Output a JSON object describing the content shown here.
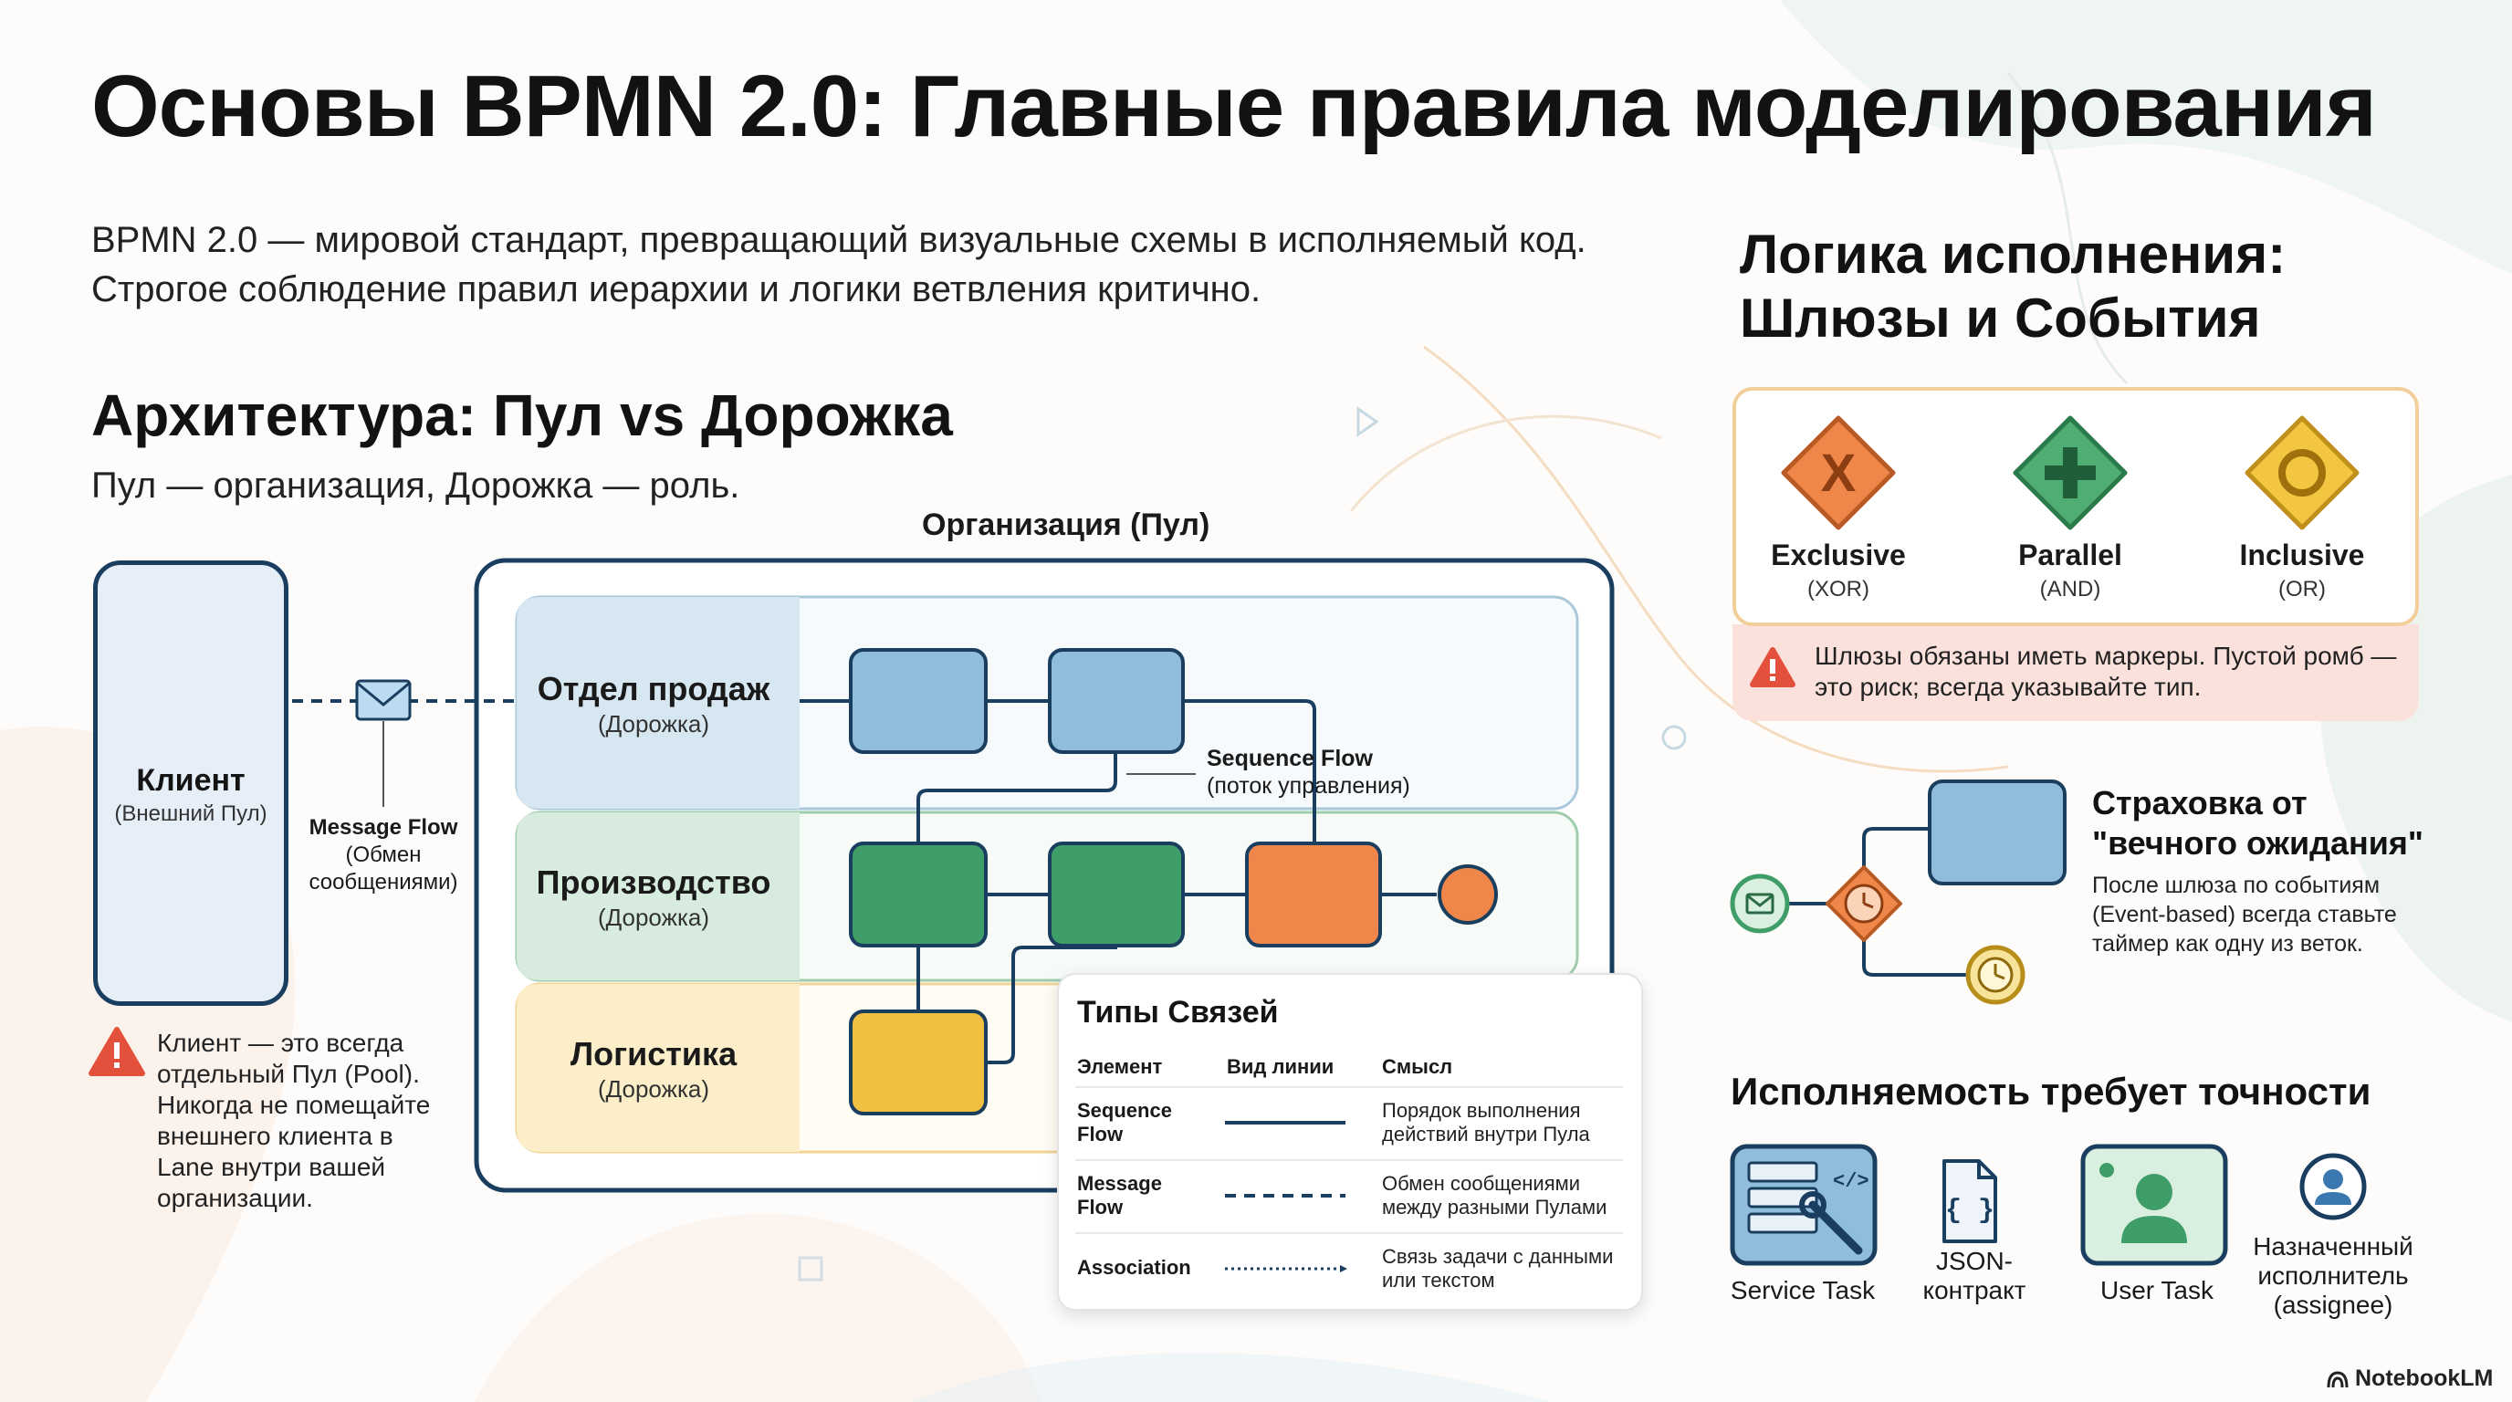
{
  "header": {
    "title": "Основы BPMN 2.0: Главные правила моделирования",
    "intro_line1": "BPMN 2.0 — мировой стандарт, превращающий визуальные схемы в исполняемый код.",
    "intro_line2": "Строгое соблюдение правил иерархии и логики ветвления критично."
  },
  "architecture": {
    "title": "Архитектура: Пул vs Дорожка",
    "subtitle": "Пул — организация, Дорожка — роль.",
    "pool_label": "Организация (Пул)",
    "client": {
      "title": "Клиент",
      "subtitle": "(Внешний Пул)"
    },
    "message_flow": {
      "title": "Message Flow",
      "subtitle": "(Обмен сообщениями)"
    },
    "warning": "Клиент — это всегда отдельный Пул (Pool). Никогда не помещайте внешнего клиента в Lane внутри вашей организации.",
    "lanes": [
      {
        "title": "Отдел продаж",
        "subtitle": "(Дорожка)"
      },
      {
        "title": "Производство",
        "subtitle": "(Дорожка)"
      },
      {
        "title": "Логистика",
        "subtitle": "(Дорожка)"
      }
    ],
    "sequence_flow": {
      "title": "Sequence Flow",
      "subtitle": "(поток управления)"
    }
  },
  "legend": {
    "title": "Типы Связей",
    "headers": [
      "Элемент",
      "Вид линии",
      "Смысл"
    ],
    "rows": [
      {
        "element": "Sequence Flow",
        "line": "solid",
        "meaning": "Порядок выполнения действий внутри Пула"
      },
      {
        "element": "Message Flow",
        "line": "dashed",
        "meaning": "Обмен сообщениями между разными Пулами"
      },
      {
        "element": "Association",
        "line": "dotted",
        "meaning": "Связь задачи с данными или текстом"
      }
    ]
  },
  "gateways": {
    "title_line1": "Логика исполнения:",
    "title_line2": "Шлюзы и События",
    "items": [
      {
        "name": "Exclusive",
        "code": "(XOR)",
        "marker": "X",
        "color": "#f0874a"
      },
      {
        "name": "Parallel",
        "code": "(AND)",
        "marker": "+",
        "color": "#4fae73"
      },
      {
        "name": "Inclusive",
        "code": "(OR)",
        "marker": "O",
        "color": "#f2c640"
      }
    ],
    "warning": "Шлюзы обязаны иметь маркеры. Пустой ромб — это риск; всегда указывайте тип."
  },
  "insurance": {
    "title_line1": "Страховка от",
    "title_line2": "\"вечного ожидания\"",
    "text": "После шлюза по событиям (Event-based) всегда ставьте таймер как одну из веток."
  },
  "executability": {
    "title": "Исполняемость требует точности",
    "items": [
      {
        "label": "Service Task",
        "icon": "service-task-icon"
      },
      {
        "label": "JSON-контракт",
        "icon": "json-contract-icon"
      },
      {
        "label": "User Task",
        "icon": "user-task-icon"
      },
      {
        "label": "Назначенный исполнитель (assignee)",
        "icon": "assignee-icon"
      }
    ]
  },
  "colors": {
    "navy": "#1a3e60",
    "sales_task": "#8fbddb",
    "production_task": "#3f9e68",
    "logistics_task": "#f2c040",
    "orange_task": "#f0874a"
  },
  "brand": "NotebookLM"
}
